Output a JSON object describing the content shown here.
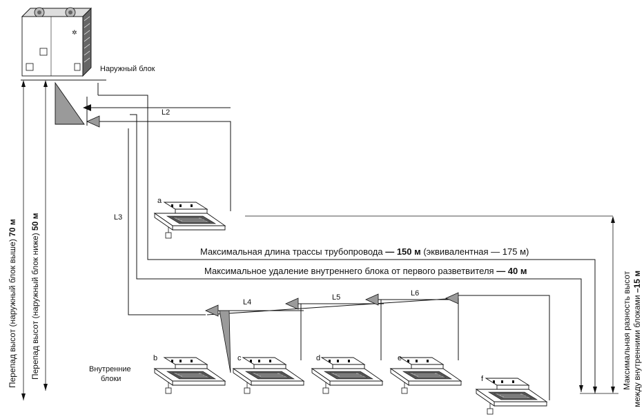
{
  "outdoor_unit": {
    "label": "Наружный блок"
  },
  "indoor_units": {
    "label_line1": "Внутренние",
    "label_line2": "блоки",
    "ids": [
      "a",
      "b",
      "c",
      "d",
      "e",
      "f"
    ]
  },
  "pipes": {
    "L2": "L2",
    "L3": "L3",
    "L4": "L4",
    "L5": "L5",
    "L6": "L6"
  },
  "limits": {
    "max_length_prefix": "Максимальная длина трассы трубопровода ",
    "max_length_value": "— 150 м",
    "max_length_suffix": " (эквивалентная — 175 м)",
    "max_distance_prefix": "Максимальное удаление внутреннего блока от первого разветвителя ",
    "max_distance_value": "— 40 м",
    "height_above_prefix": "Перепад высот (наружный блок выше) ",
    "height_above_value": "70 м",
    "height_below_prefix": "Перепад высот (наружный блок ниже) ",
    "height_below_value": "50 м",
    "indoor_diff_line1": "Максимальная разность высот",
    "indoor_diff_line2_prefix": "между внутренними блоками ",
    "indoor_diff_line2_value": "–15 м"
  }
}
